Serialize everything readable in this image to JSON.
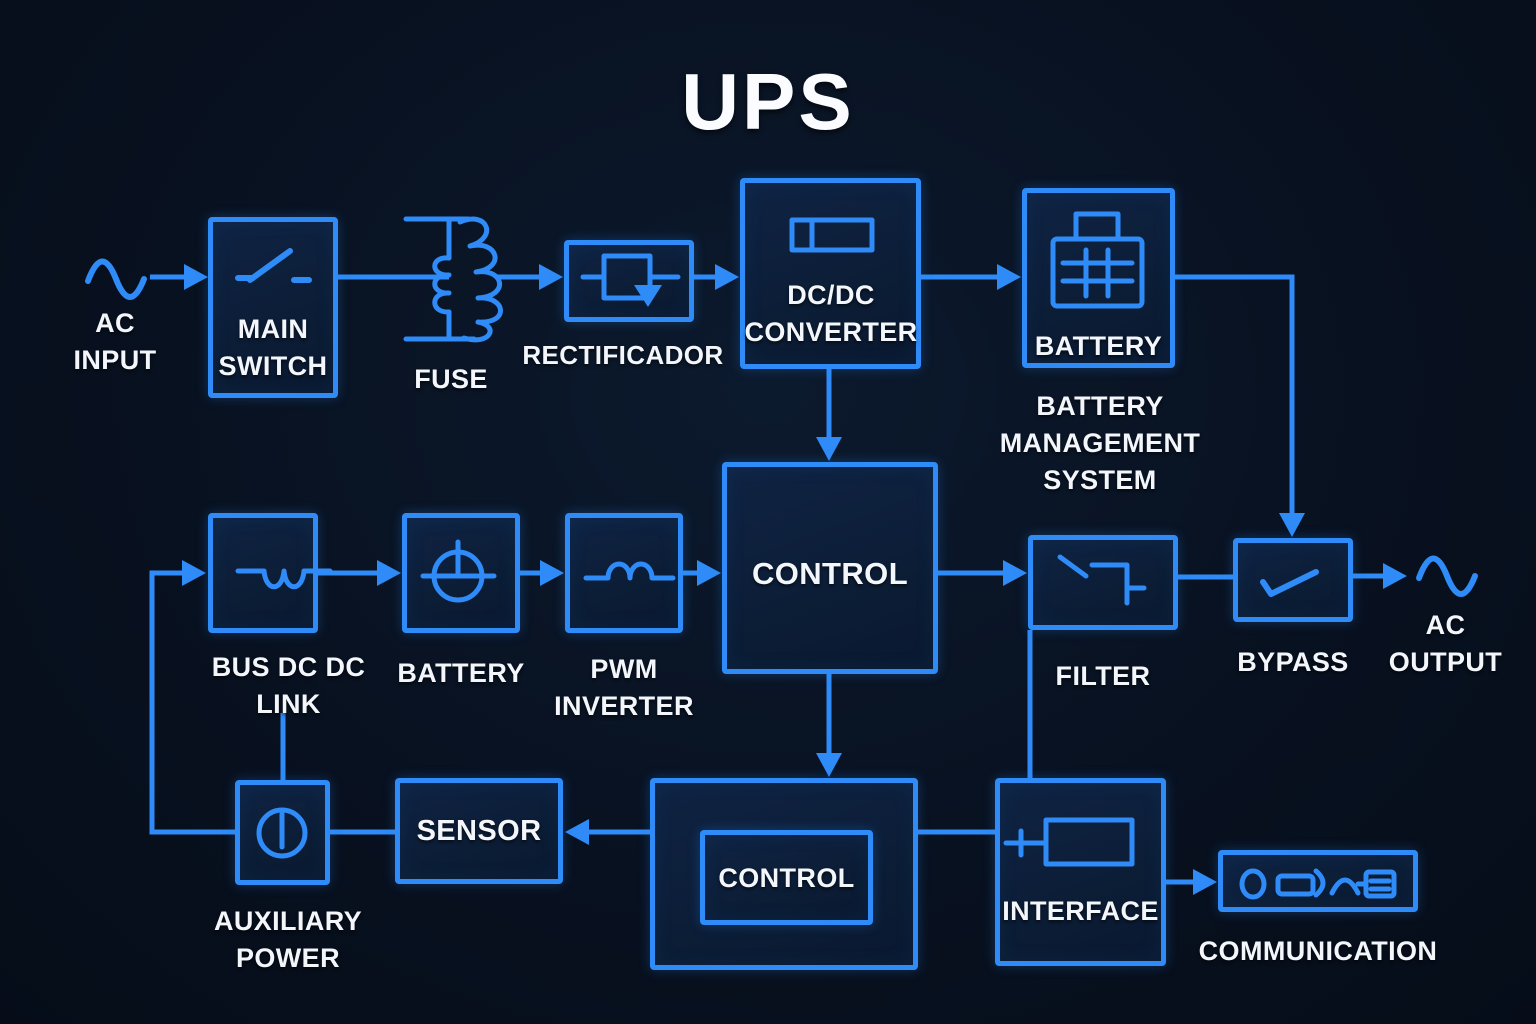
{
  "title": "UPS",
  "colors": {
    "background": "#081120",
    "accent_blue": "#2e8bf7",
    "box_fill": "#0b1c34",
    "text": "#f3f6fb"
  },
  "labels": {
    "ac_input": [
      "AC",
      "INPUT"
    ],
    "main_switch": [
      "MAIN",
      "SWITCH"
    ],
    "fuse": [
      "FUSE"
    ],
    "rectifier": [
      "RECTIFICADOR"
    ],
    "dcdc_converter": [
      "DC/DC",
      "CONVERTER"
    ],
    "battery_top": [
      "BATTERY"
    ],
    "battery_management": [
      "BATTERY",
      "MANAGEMENT",
      "SYSTEM"
    ],
    "bus_dc_link": [
      "BUS DC DC",
      "LINK"
    ],
    "battery_mid": [
      "BATTERY"
    ],
    "pwm_inverter": [
      "PWM",
      "INVERTER"
    ],
    "control_mid": [
      "CONTROL"
    ],
    "filter": [
      "FILTER"
    ],
    "bypass": [
      "BYPASS"
    ],
    "ac_output": [
      "AC",
      "OUTPUT"
    ],
    "aux_power": [
      "AUXILIARY",
      "POWER"
    ],
    "sensor": [
      "SENSOR"
    ],
    "control_bottom": [
      "CONTROL"
    ],
    "interface": [
      "INTERFACE"
    ],
    "communication": [
      "COMMUNICATION"
    ]
  },
  "icons": {
    "ac_input": "sine-wave-icon",
    "main_switch": "open-switch-icon",
    "fuse": "transformer-coil-icon",
    "rectifier": "diode-icon",
    "dcdc_converter": "battery-cell-icon",
    "battery_top": "battery-case-icon",
    "bus_dc_link": "inductor-icon",
    "battery_mid": "generator-circle-icon",
    "pwm_inverter": "inductor-bumps-icon",
    "filter": "step-signal-icon",
    "bypass": "check-switch-icon",
    "aux_power": "power-button-icon",
    "interface": "connector-icon",
    "communication": "ports-icon",
    "ac_output": "sine-wave-icon"
  }
}
